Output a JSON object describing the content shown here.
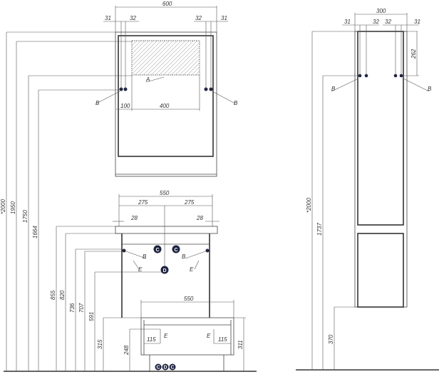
{
  "mirror": {
    "width": "600",
    "gap_l1": "31",
    "gap_l2": "32",
    "gap_r1": "32",
    "gap_r2": "31",
    "area": "A",
    "mount_l": "B",
    "mount_r": "B",
    "offset": "100",
    "area_width": "400"
  },
  "heights_left": {
    "h2000": "*2000",
    "h1950": "1950",
    "h1750": "1750",
    "h1664": "1664",
    "h855": "855",
    "h820": "820",
    "h736": "736",
    "h707": "707",
    "h591": "591",
    "h315": "315",
    "h248": "248",
    "h311": "311"
  },
  "vanity": {
    "width": "550",
    "half_l": "275",
    "half_r": "275",
    "edge_l": "28",
    "edge_r": "28",
    "c1": "C",
    "c2": "C",
    "d": "D",
    "b_l": "B",
    "b_r": "B",
    "e_l": "E",
    "e_r": "E"
  },
  "drawer": {
    "width": "550",
    "off_l": "115",
    "off_r": "115",
    "e_l": "E",
    "e_r": "E",
    "bottom_c1": "C",
    "bottom_d": "D",
    "bottom_c2": "C"
  },
  "column": {
    "width": "300",
    "g1": "31",
    "g2": "32",
    "g3": "32",
    "g4": "31",
    "top_off": "262",
    "b_l": "B",
    "b_r": "B",
    "h2000": "*2000",
    "h1737": "1737",
    "h370": "370"
  }
}
